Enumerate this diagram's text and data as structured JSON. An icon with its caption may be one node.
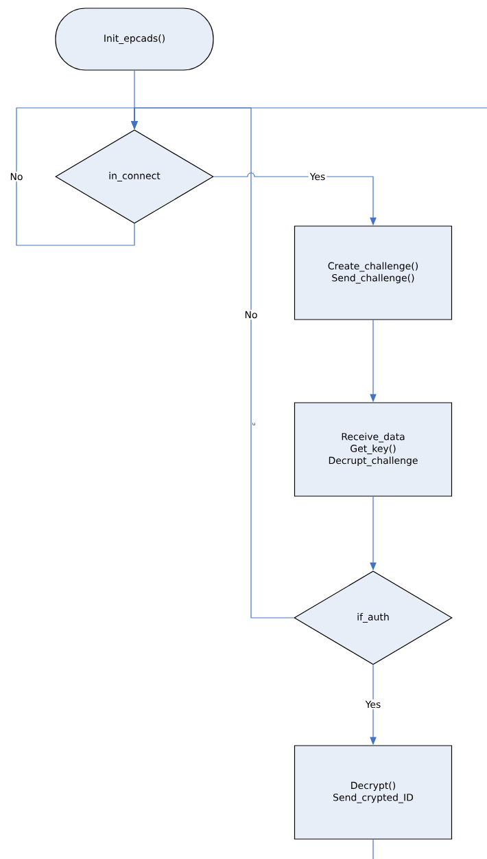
{
  "diagram": {
    "nodes": [
      {
        "text": [
          "Init_epcads()"
        ]
      },
      {
        "text": [
          "in_connect"
        ]
      },
      {
        "text": [
          "Create_challenge()",
          "Send_challenge()"
        ]
      },
      {
        "text": [
          "Receive_data",
          "Get_key()",
          "Decrupt_challenge"
        ]
      },
      {
        "text": [
          "if_auth"
        ]
      },
      {
        "text": [
          "Decrypt()",
          "Send_crypted_ID"
        ]
      }
    ],
    "edges": [
      {
        "from": 0,
        "to": 1,
        "arrow": "to"
      },
      {
        "from": 1,
        "to": 1,
        "arrow": "to",
        "label": "No"
      },
      {
        "from": 1,
        "to": 2,
        "arrow": "to",
        "label": "Yes"
      },
      {
        "from": 2,
        "to": 3,
        "arrow": "to"
      },
      {
        "from": 3,
        "to": 4,
        "arrow": "to"
      },
      {
        "from": 4,
        "to": 1,
        "arrow": "to",
        "label": "No"
      },
      {
        "from": null,
        "to": 1,
        "arrow": "to"
      },
      {
        "from": 4,
        "to": 5,
        "arrow": "to",
        "label": "Yes"
      },
      {
        "from": 5,
        "to": null,
        "arrow": "none"
      }
    ],
    "labels": [
      "u"
    ]
  }
}
